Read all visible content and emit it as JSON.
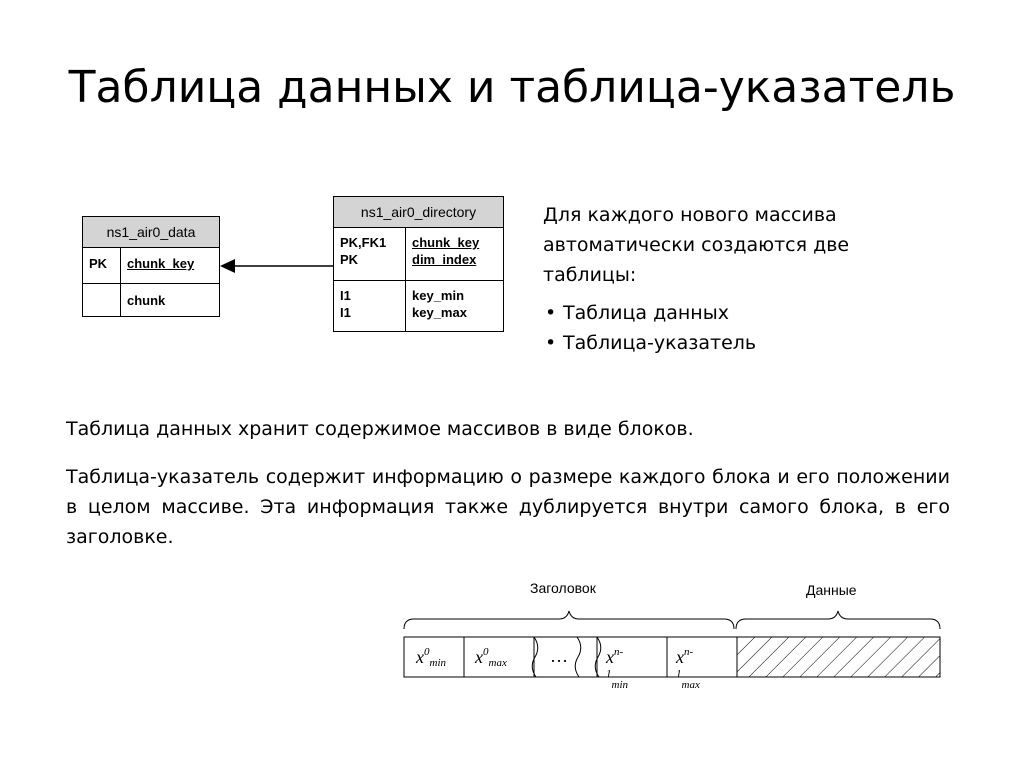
{
  "title": "Таблица данных и таблица-указатель",
  "er": {
    "data_table": {
      "name": "ns1_air0_data",
      "rows": [
        {
          "left": "PK",
          "right": "chunk_key"
        },
        {
          "left": "",
          "right": "chunk"
        }
      ]
    },
    "directory_table": {
      "name": "ns1_air0_directory",
      "rows": [
        {
          "left": [
            "PK,FK1",
            "PK"
          ],
          "right": [
            "chunk_key",
            "dim_index"
          ]
        },
        {
          "left": [
            "I1",
            "I1"
          ],
          "right": [
            "key_min",
            "key_max"
          ]
        }
      ]
    }
  },
  "side": {
    "intro": "Для каждого нового массива автоматически создаются две таблицы:",
    "bullets": [
      "Таблица данных",
      "Таблица-указатель"
    ]
  },
  "para1": "Таблица данных хранит содержимое массивов в виде блоков.",
  "para2": "Таблица-указатель содержит информацию о размере каждого блока и его положении в целом массиве. Эта информация также дублируется внутри самого блока,  в его заголовке.",
  "block": {
    "header_label": "Заголовок",
    "data_label": "Данные",
    "ellipsis": "…",
    "cells": [
      {
        "base": "x",
        "sup": "0",
        "sub": "min"
      },
      {
        "base": "x",
        "sup": "0",
        "sub": "max"
      },
      {
        "base": "x",
        "sup": "n-1",
        "sub": "min"
      },
      {
        "base": "x",
        "sup": "n-1",
        "sub": "max"
      }
    ]
  }
}
